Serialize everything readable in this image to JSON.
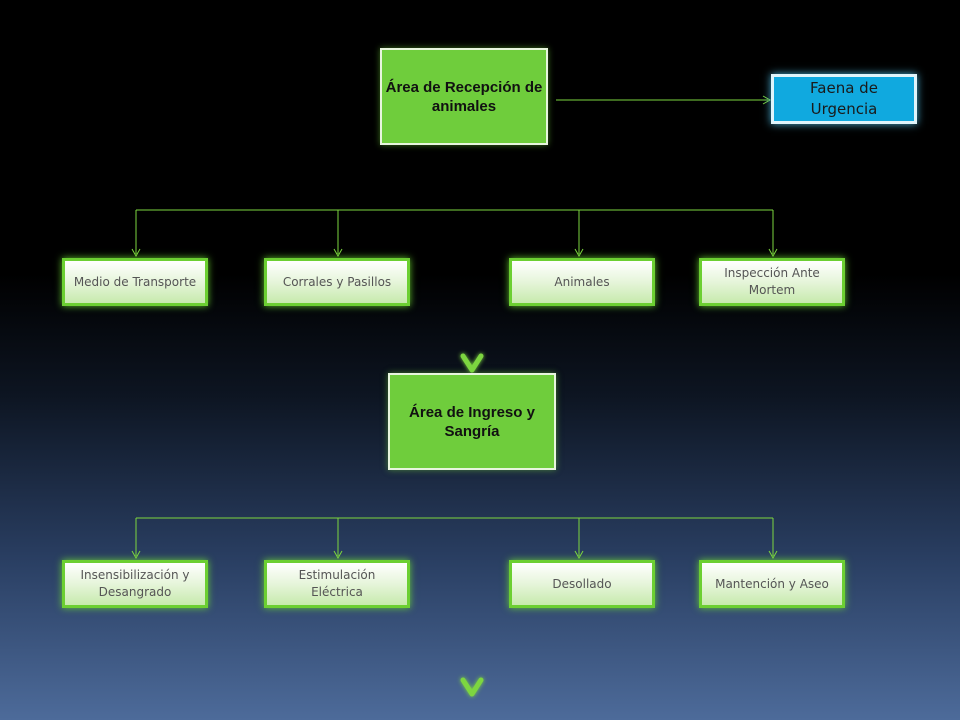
{
  "diagram": {
    "top_box": "Área de Recepción de animales",
    "urgent_box": "Faena de Urgencia",
    "row1": [
      "Medio de Transporte",
      "Corrales y Pasillos",
      "Animales",
      "Inspección Ante Mortem"
    ],
    "middle_box": "Área de Ingreso y Sangría",
    "row2": [
      "Insensibilización y Desangrado",
      "Estimulación Eléctrica",
      "Desollado",
      "Mantención y Aseo"
    ]
  },
  "colors": {
    "main_green": "#6fcd3c",
    "connector_green": "#7dd63f",
    "urgent_blue": "#10a9df",
    "background_bottom": "#4d6b9a"
  }
}
